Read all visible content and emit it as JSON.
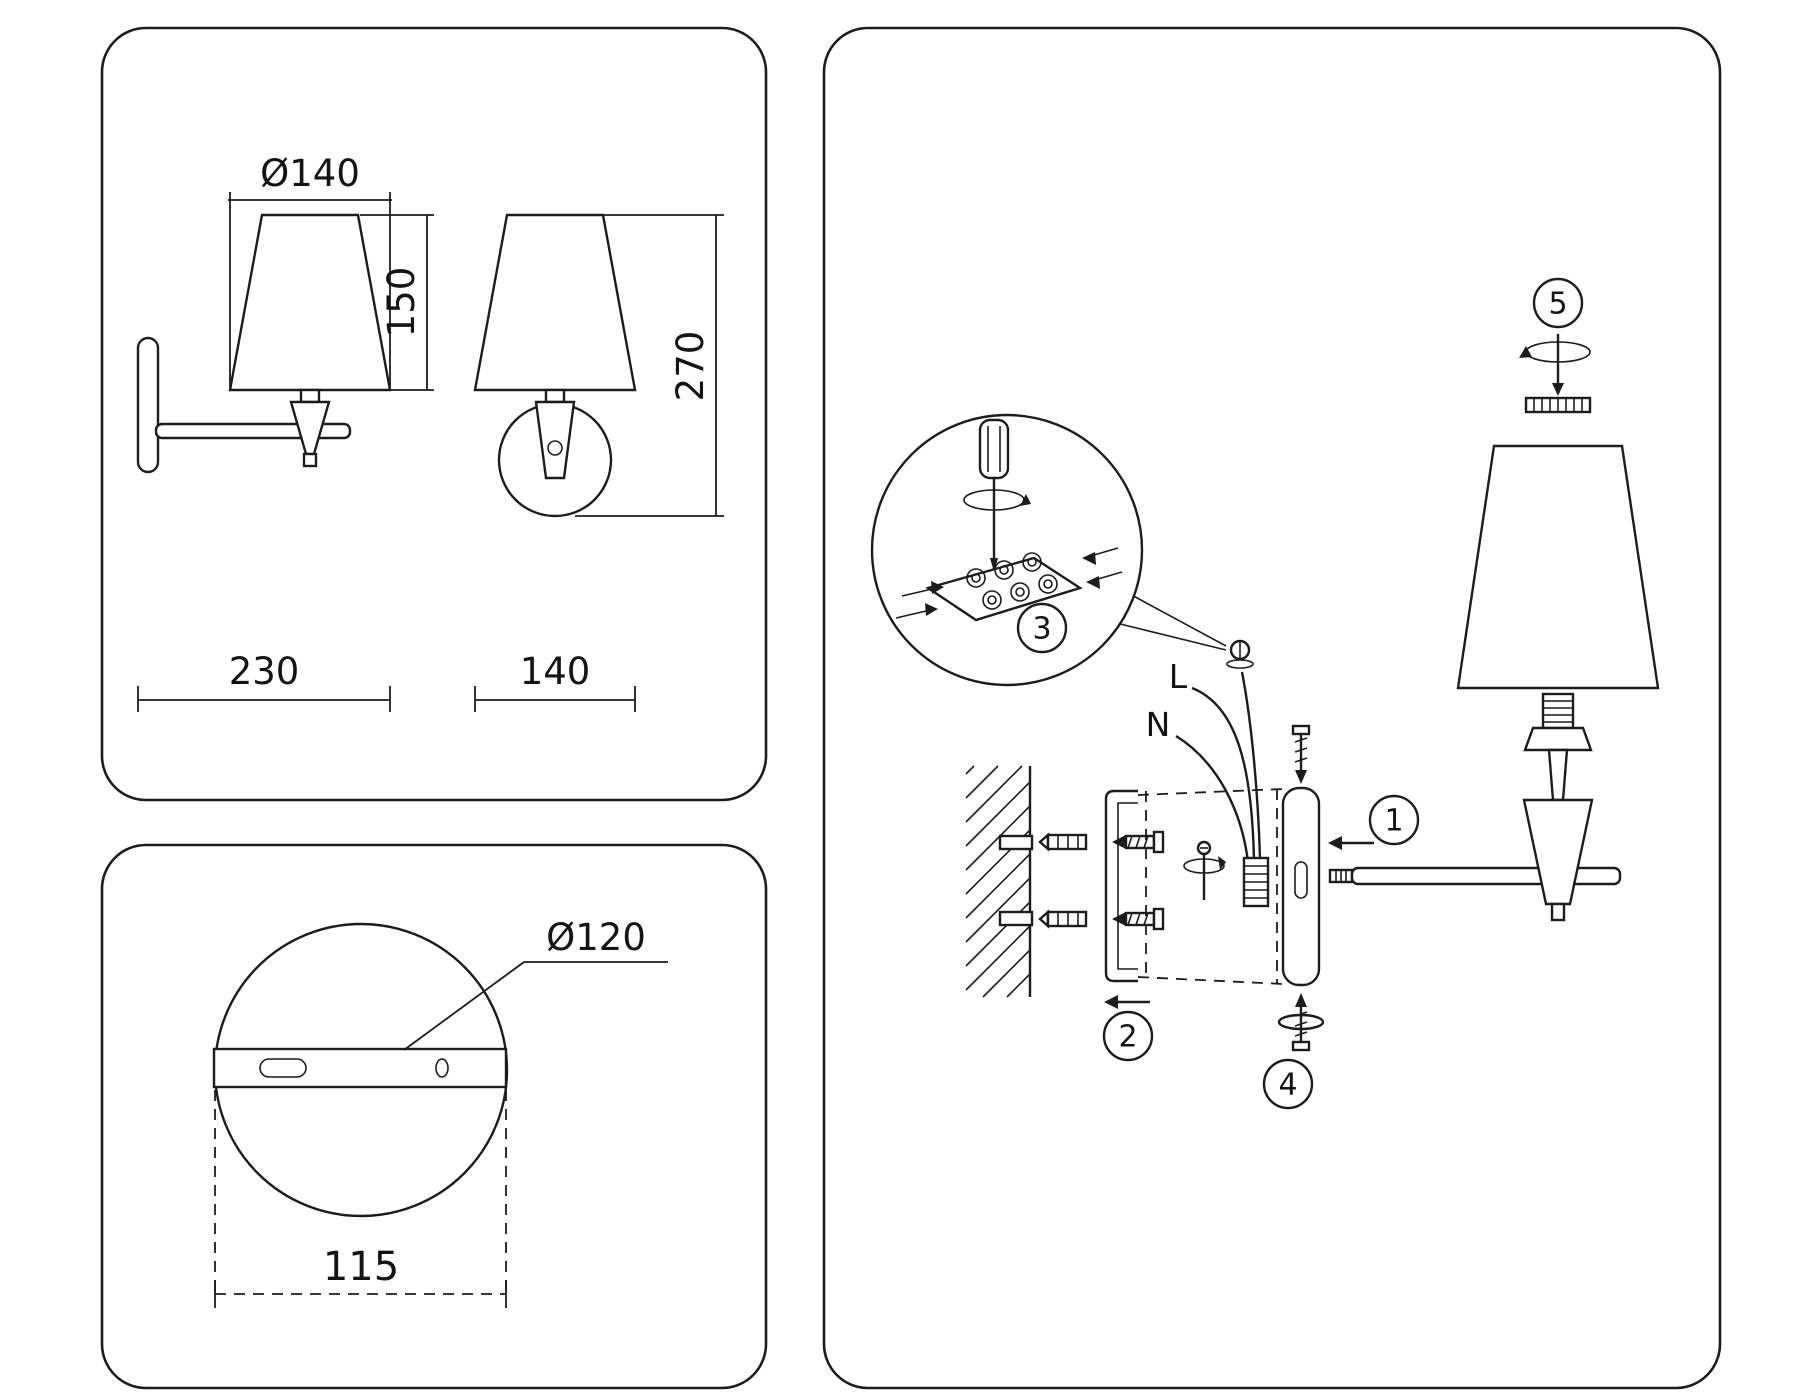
{
  "diagram": {
    "dim_panel": {
      "shade_diameter": "Ø140",
      "shade_height": "150",
      "overall_height": "270",
      "overall_depth": "230",
      "overall_width": "140"
    },
    "base_panel": {
      "base_diameter": "Ø120",
      "mount_spacing": "115"
    },
    "assembly_panel": {
      "wire_live": "L",
      "wire_neutral": "N",
      "step1": "1",
      "step2": "2",
      "step3": "3",
      "step4": "4",
      "step5": "5"
    }
  }
}
